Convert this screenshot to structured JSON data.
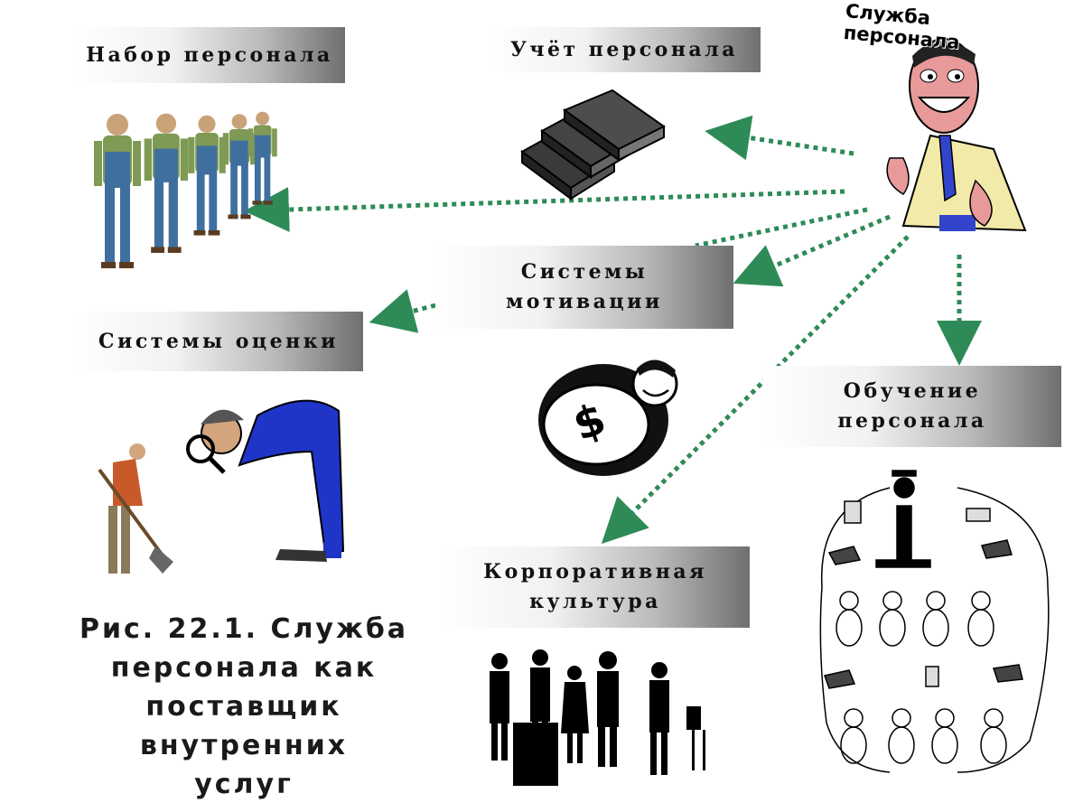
{
  "hub": {
    "title": "Служба персонала",
    "icon": "hr-manager-icon"
  },
  "nodes": {
    "recruitment": {
      "label": "Набор персонала",
      "icon": "workers-icon"
    },
    "accounting": {
      "label": "Учёт персонала",
      "icon": "books-icon"
    },
    "motivation": {
      "line1": "Системы",
      "line2": "мотивации",
      "icon": "money-bag-icon"
    },
    "evaluation": {
      "label": "Системы оценки",
      "icon": "inspector-icon"
    },
    "training": {
      "line1": "Обучение",
      "line2": "персонала",
      "icon": "training-icon"
    },
    "culture": {
      "line1": "Корпоративная",
      "line2": "культура",
      "icon": "business-people-icon"
    }
  },
  "caption": {
    "line1": "Рис. 22.1. Служба",
    "line2": "персонала как",
    "line3": "поставщик внутренних",
    "line4": "услуг"
  },
  "colors": {
    "arrow": "#2e8b57",
    "label_dark": "#6f6f6f",
    "worker_green": "#7f9a55",
    "worker_blue": "#3f6f9f",
    "suit_blue": "#1f35c8",
    "shirt": "#f2eaa8",
    "face": "#e89a9a"
  }
}
